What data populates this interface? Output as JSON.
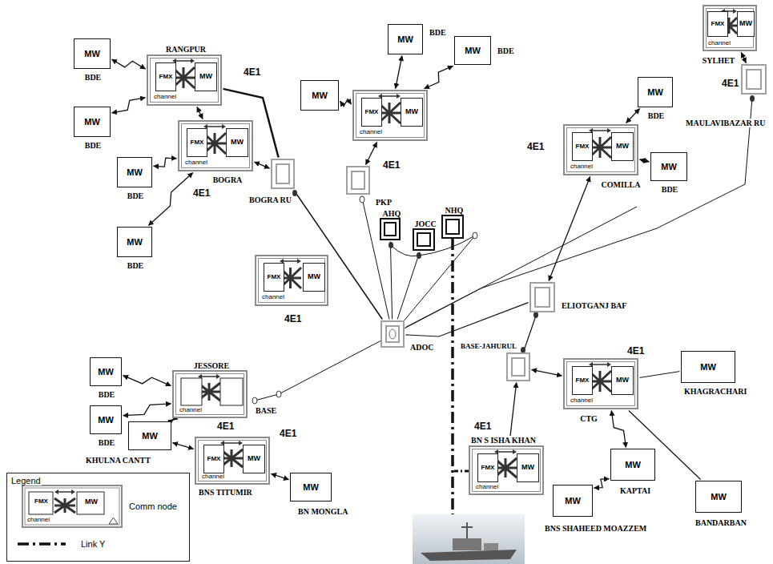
{
  "diagram": {
    "nodes": [
      {
        "text": [
          "RANGPUR",
          "4E1",
          "channel"
        ]
      },
      {
        "text": [
          "FMX"
        ],
        "in": 0
      },
      {
        "text": [
          "MW"
        ],
        "in": 0
      },
      {
        "text": [
          "MW",
          "BDE"
        ]
      },
      {
        "text": [
          "MW",
          "BDE"
        ]
      },
      {
        "text": [
          "BOGRA",
          "4E1",
          "channel"
        ]
      },
      {
        "text": [
          "FMX"
        ],
        "in": 5
      },
      {
        "text": [
          "MW"
        ],
        "in": 5
      },
      {
        "text": [
          "MW",
          "BDE"
        ]
      },
      {
        "text": [
          "MW",
          "BDE"
        ]
      },
      {
        "text": [
          "BOGRA RU"
        ]
      },
      {
        "text": [
          "4E1",
          "channel"
        ]
      },
      {
        "text": [
          "FMX"
        ],
        "in": 11
      },
      {
        "text": [
          "MW"
        ],
        "in": 11
      },
      {
        "text": [
          "MW",
          "BDE"
        ]
      },
      {
        "text": [
          "MW",
          "BDE"
        ]
      },
      {
        "text": [
          "MW"
        ]
      },
      {
        "text": [
          "PKP"
        ]
      },
      {
        "text": [
          "SYLHET",
          "4E1",
          "channel"
        ]
      },
      {
        "text": [
          "FMX"
        ],
        "in": 18
      },
      {
        "text": [
          "MW"
        ],
        "in": 18
      },
      {
        "text": [
          "MAULAVIBAZAR RU"
        ]
      },
      {
        "text": [
          "AHQ"
        ]
      },
      {
        "text": [
          "JOCC"
        ]
      },
      {
        "text": [
          "NHQ"
        ]
      },
      {
        "text": [
          "ADOC"
        ]
      },
      {
        "text": [
          "COMILLA",
          "4E1",
          "channel"
        ]
      },
      {
        "text": [
          "FMX"
        ],
        "in": 26
      },
      {
        "text": [
          "MW"
        ],
        "in": 26
      },
      {
        "text": [
          "MW",
          "BDE"
        ]
      },
      {
        "text": [
          "MW",
          "BDE"
        ]
      },
      {
        "text": [
          "ELIOTGANJ BAF"
        ]
      },
      {
        "text": [
          "4E1",
          "channel"
        ]
      },
      {
        "text": [
          "FMX"
        ],
        "in": 32
      },
      {
        "text": [
          "MW"
        ],
        "in": 32
      },
      {
        "text": [
          "BASE-JAHURUL"
        ]
      },
      {
        "text": [
          "CTG",
          "4E1",
          "channel"
        ]
      },
      {
        "text": [
          "FMX"
        ],
        "in": 36
      },
      {
        "text": [
          "MW"
        ],
        "in": 36
      },
      {
        "text": [
          "MW",
          "KHAGRACHARI"
        ]
      },
      {
        "text": [
          "JESSORE",
          "4E1",
          "channel"
        ]
      },
      {
        "text": [
          "MW",
          "BDE"
        ]
      },
      {
        "text": [
          "MW",
          "BDE"
        ]
      },
      {
        "text": [
          "MW",
          "KHULNA CANTT"
        ]
      },
      {
        "text": [
          "BNS TITUMIR",
          "4E1",
          "channel"
        ]
      },
      {
        "text": [
          "FMX"
        ],
        "in": 44
      },
      {
        "text": [
          "MW"
        ],
        "in": 44
      },
      {
        "text": [
          "MW",
          "BN MONGLA"
        ]
      },
      {
        "text": [
          "BN S ISHA KHAN",
          "4E1",
          "channel"
        ]
      },
      {
        "text": [
          "FMX"
        ],
        "in": 48
      },
      {
        "text": [
          "MW"
        ],
        "in": 48
      },
      {
        "text": [
          "MW",
          "KAPTAI"
        ]
      },
      {
        "text": [
          "MW",
          "BNS SHAHEED MOAZZEM"
        ]
      },
      {
        "text": [
          "MW",
          "BANDARBAN"
        ]
      }
    ],
    "edges": [
      {
        "from": 3,
        "to": 0,
        "arrow": "both"
      },
      {
        "from": 4,
        "to": 0,
        "arrow": "both"
      },
      {
        "from": 0,
        "to": 5,
        "arrow": "both"
      },
      {
        "from": 8,
        "to": 5,
        "arrow": "both"
      },
      {
        "from": 9,
        "to": 5,
        "arrow": "both"
      },
      {
        "from": 5,
        "to": 10,
        "arrow": "both"
      },
      {
        "from": 0,
        "to": 10,
        "arrow": "none"
      },
      {
        "from": 14,
        "to": 11,
        "arrow": "both"
      },
      {
        "from": 15,
        "to": 11,
        "arrow": "both"
      },
      {
        "from": 16,
        "to": 11,
        "arrow": "both"
      },
      {
        "from": 11,
        "to": 17,
        "arrow": "both"
      },
      {
        "from": 18,
        "to": 21,
        "arrow": "both"
      },
      {
        "from": 10,
        "to": 25,
        "arrow": "none"
      },
      {
        "from": 17,
        "to": 25,
        "arrow": "none"
      },
      {
        "from": 22,
        "to": 25,
        "arrow": "none"
      },
      {
        "from": 23,
        "to": 25,
        "arrow": "none"
      },
      {
        "from": 21,
        "to": 25,
        "arrow": "none"
      },
      {
        "from": 29,
        "to": 26,
        "arrow": "both"
      },
      {
        "from": 30,
        "to": 26,
        "arrow": "both"
      },
      {
        "from": 26,
        "to": 31,
        "arrow": "both"
      },
      {
        "from": 25,
        "to": 31,
        "arrow": "none"
      },
      {
        "from": 31,
        "to": 35,
        "arrow": "none"
      },
      {
        "from": 35,
        "to": 36,
        "arrow": "both"
      },
      {
        "from": 35,
        "to": 48,
        "arrow": "both"
      },
      {
        "from": 36,
        "to": 39,
        "arrow": "none"
      },
      {
        "from": 36,
        "to": 51,
        "arrow": "both"
      },
      {
        "from": 36,
        "to": 53,
        "arrow": "none"
      },
      {
        "from": 51,
        "to": 52,
        "arrow": "both"
      },
      {
        "from": 41,
        "to": 40,
        "arrow": "both"
      },
      {
        "from": 42,
        "to": 40,
        "arrow": "both"
      },
      {
        "from": 40,
        "to": 43,
        "arrow": "both"
      },
      {
        "from": 43,
        "to": 44,
        "arrow": "both"
      },
      {
        "from": 44,
        "to": 47,
        "arrow": "both"
      }
    ],
    "labels": [
      "BASE",
      "Legend",
      "FMX",
      "MW",
      "channel"
    ],
    "legend": [
      {
        "text": "Comm node"
      },
      {
        "text": "Link Y"
      }
    ]
  }
}
